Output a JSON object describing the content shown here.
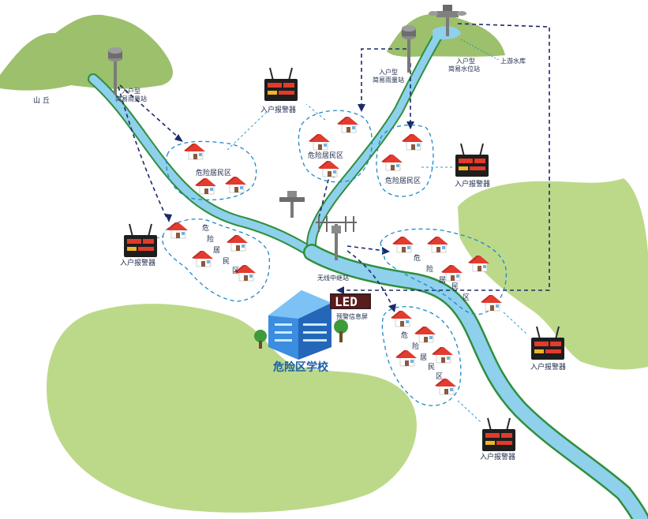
{
  "labels": {
    "mountain": "山 丘",
    "reservoir": "上游水库",
    "rain_station_top": "入户型",
    "rain_station_bottom": "简易雨量站",
    "rain_station2_top": "入户型",
    "rain_station2_bottom": "简易雨量站",
    "water_station_top": "入户型",
    "water_station_bottom": "简易水位站",
    "relay": "无线中继站",
    "led_screen_text": "LED",
    "led_screen_caption": "预警信息屏",
    "school": "危险区学校",
    "zone_a": "危险居民区",
    "zone_b": "危险居民区",
    "zone_c": "危险居民区",
    "zone_vertical_chars": [
      "危",
      "险",
      "居",
      "民",
      "区"
    ],
    "alarm": "入户报警器"
  },
  "colors": {
    "hill": "#9cc06c",
    "plain": "#bcd98a",
    "river": "#8fd0ec",
    "river_edge": "#2f8f3c",
    "arrow_dark": "#1b2a6b",
    "zone_dash": "#1e88c8",
    "school_blue": "#2f7fd0",
    "roof_red": "#e33b2e"
  },
  "icons": [
    "rain-gauge-icon",
    "water-level-sensor-icon",
    "relay-antenna-icon",
    "alarm-device-icon",
    "house-icon",
    "school-building-icon",
    "led-screen-icon"
  ]
}
